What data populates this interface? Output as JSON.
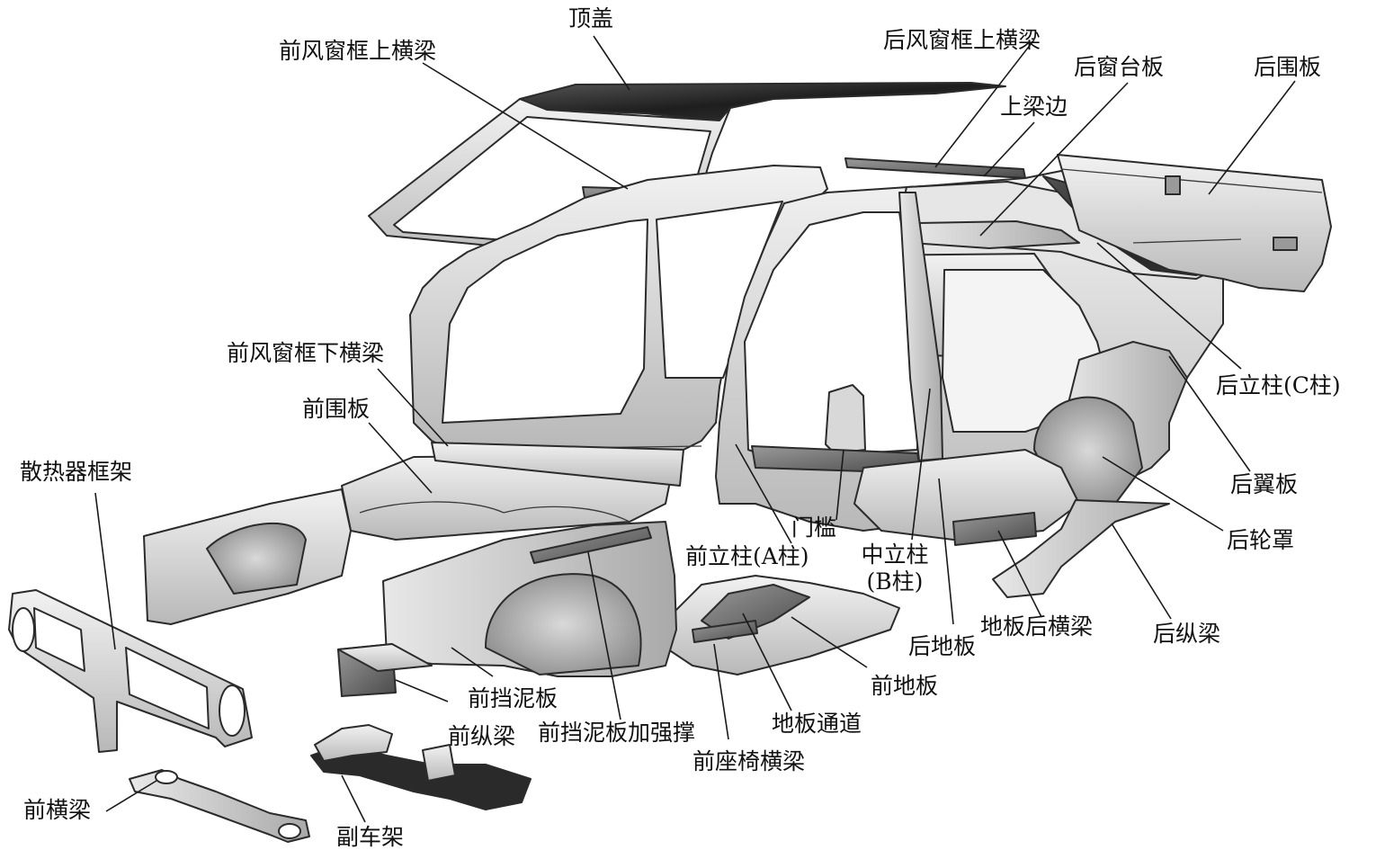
{
  "colors": {
    "outline": "#2b2b2b",
    "panel_light": "#ececec",
    "panel_mid": "#bdbdbd",
    "panel_dark": "#6b6b6b",
    "roof_dark": "#262626",
    "subframe_dark": "#2a2a2a"
  },
  "labels": {
    "roof": "顶盖",
    "windshield_upper_rail": "前风窗框上横梁",
    "rear_window_upper_rail": "后风窗框上横梁",
    "rear_parcel_shelf": "后窗台板",
    "rear_panel": "后围板",
    "roof_side_rail": "上梁边",
    "windshield_lower_rail": "前风窗框下横梁",
    "dash_panel": "前围板",
    "radiator_support": "散热器框架",
    "c_pillar": "后立柱(C柱)",
    "rear_quarter_panel": "后翼板",
    "rear_wheelhouse": "后轮罩",
    "door_sill": "门槛",
    "a_pillar": "前立柱(A柱)",
    "b_pillar_line1": "中立柱",
    "b_pillar_line2": "(B柱)",
    "rear_floor": "后地板",
    "rear_floor_crossmember": "地板后横梁",
    "rear_side_member": "后纵梁",
    "front_floor": "前地板",
    "front_fender_apron": "前挡泥板",
    "front_side_member": "前纵梁",
    "apron_reinforcement": "前挡泥板加强撑",
    "floor_tunnel": "地板通道",
    "front_seat_crossmember": "前座椅横梁",
    "front_crossmember": "前横梁",
    "subframe": "副车架"
  }
}
